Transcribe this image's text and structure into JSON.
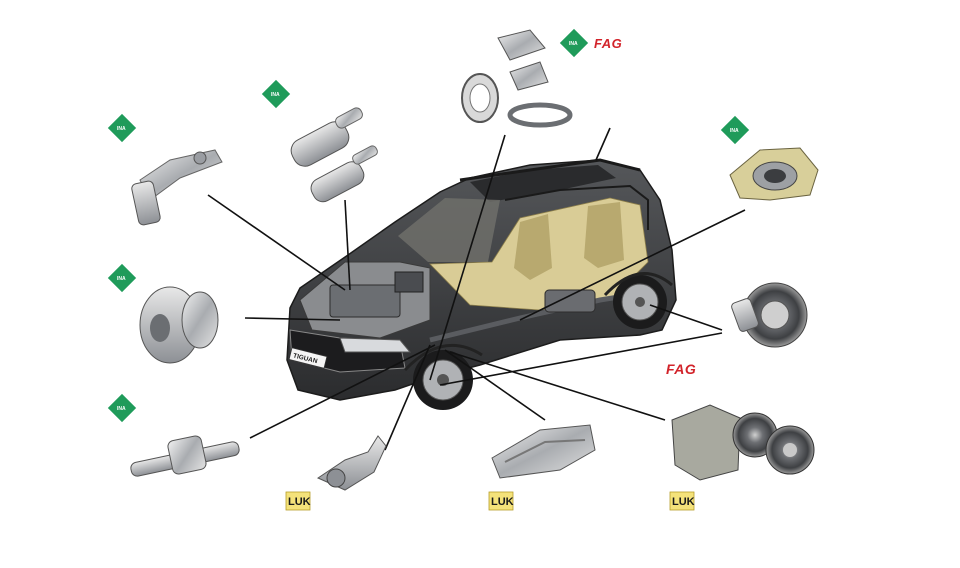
{
  "brands": {
    "fag": "FAG",
    "luk": "LUK",
    "ina": "INA"
  },
  "car": {
    "plate": "TIGUAN"
  },
  "colors": {
    "ina_green": "#1f9b5a",
    "fag_red": "#d2232a",
    "luk_yellow": "#f4e27a",
    "car_body": "#3b3b3d",
    "interior": "#d9cc96"
  },
  "icons": {
    "ina_logo": "ina-diamond-icon",
    "fag_logo": "fag-wordmark",
    "luk_logo": "luk-badge"
  }
}
